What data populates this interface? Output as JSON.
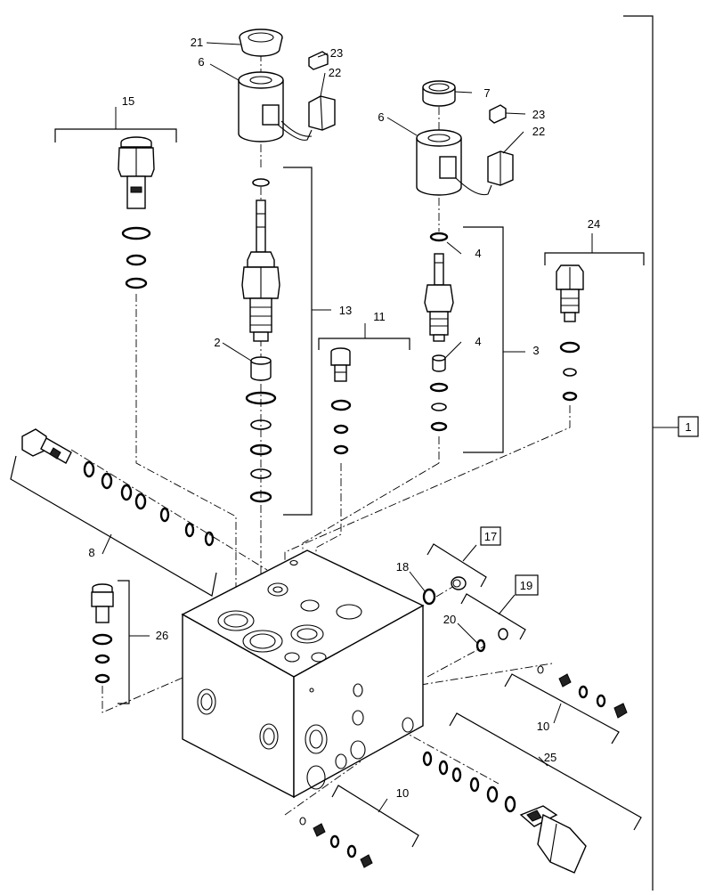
{
  "callouts": {
    "c1": "1",
    "c2": "2",
    "c3": "3",
    "c4a": "4",
    "c4b": "4",
    "c6a": "6",
    "c6b": "6",
    "c7": "7",
    "c8": "8",
    "c10a": "10",
    "c10b": "10",
    "c11": "11",
    "c13": "13",
    "c15": "15",
    "c17": "17",
    "c18": "18",
    "c19": "19",
    "c20": "20",
    "c21": "21",
    "c22a": "22",
    "c22b": "22",
    "c23a": "23",
    "c23b": "23",
    "c24": "24",
    "c25": "25",
    "c26": "26"
  }
}
